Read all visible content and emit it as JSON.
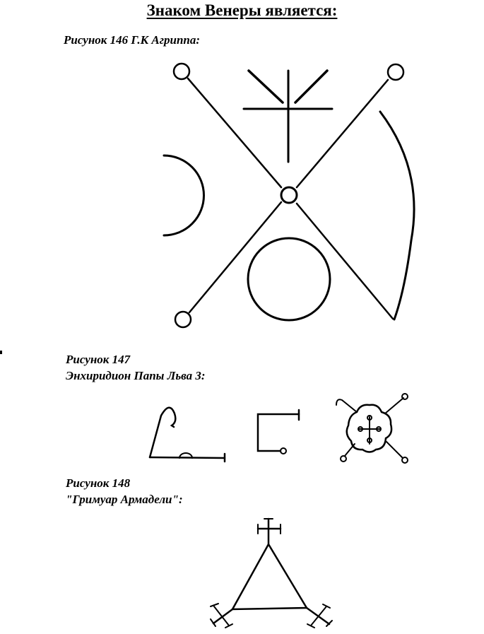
{
  "page": {
    "title": "Знаком Венеры является:"
  },
  "figures": [
    {
      "caption_lines": [
        "Рисунок 146 Г.К Агриппа:"
      ]
    },
    {
      "caption_lines": [
        "Рисунок 147",
        "Энхиридион Папы Льва 3:"
      ]
    },
    {
      "caption_lines": [
        "Рисунок 148",
        "\"Гримуар Армадели\":"
      ]
    }
  ]
}
